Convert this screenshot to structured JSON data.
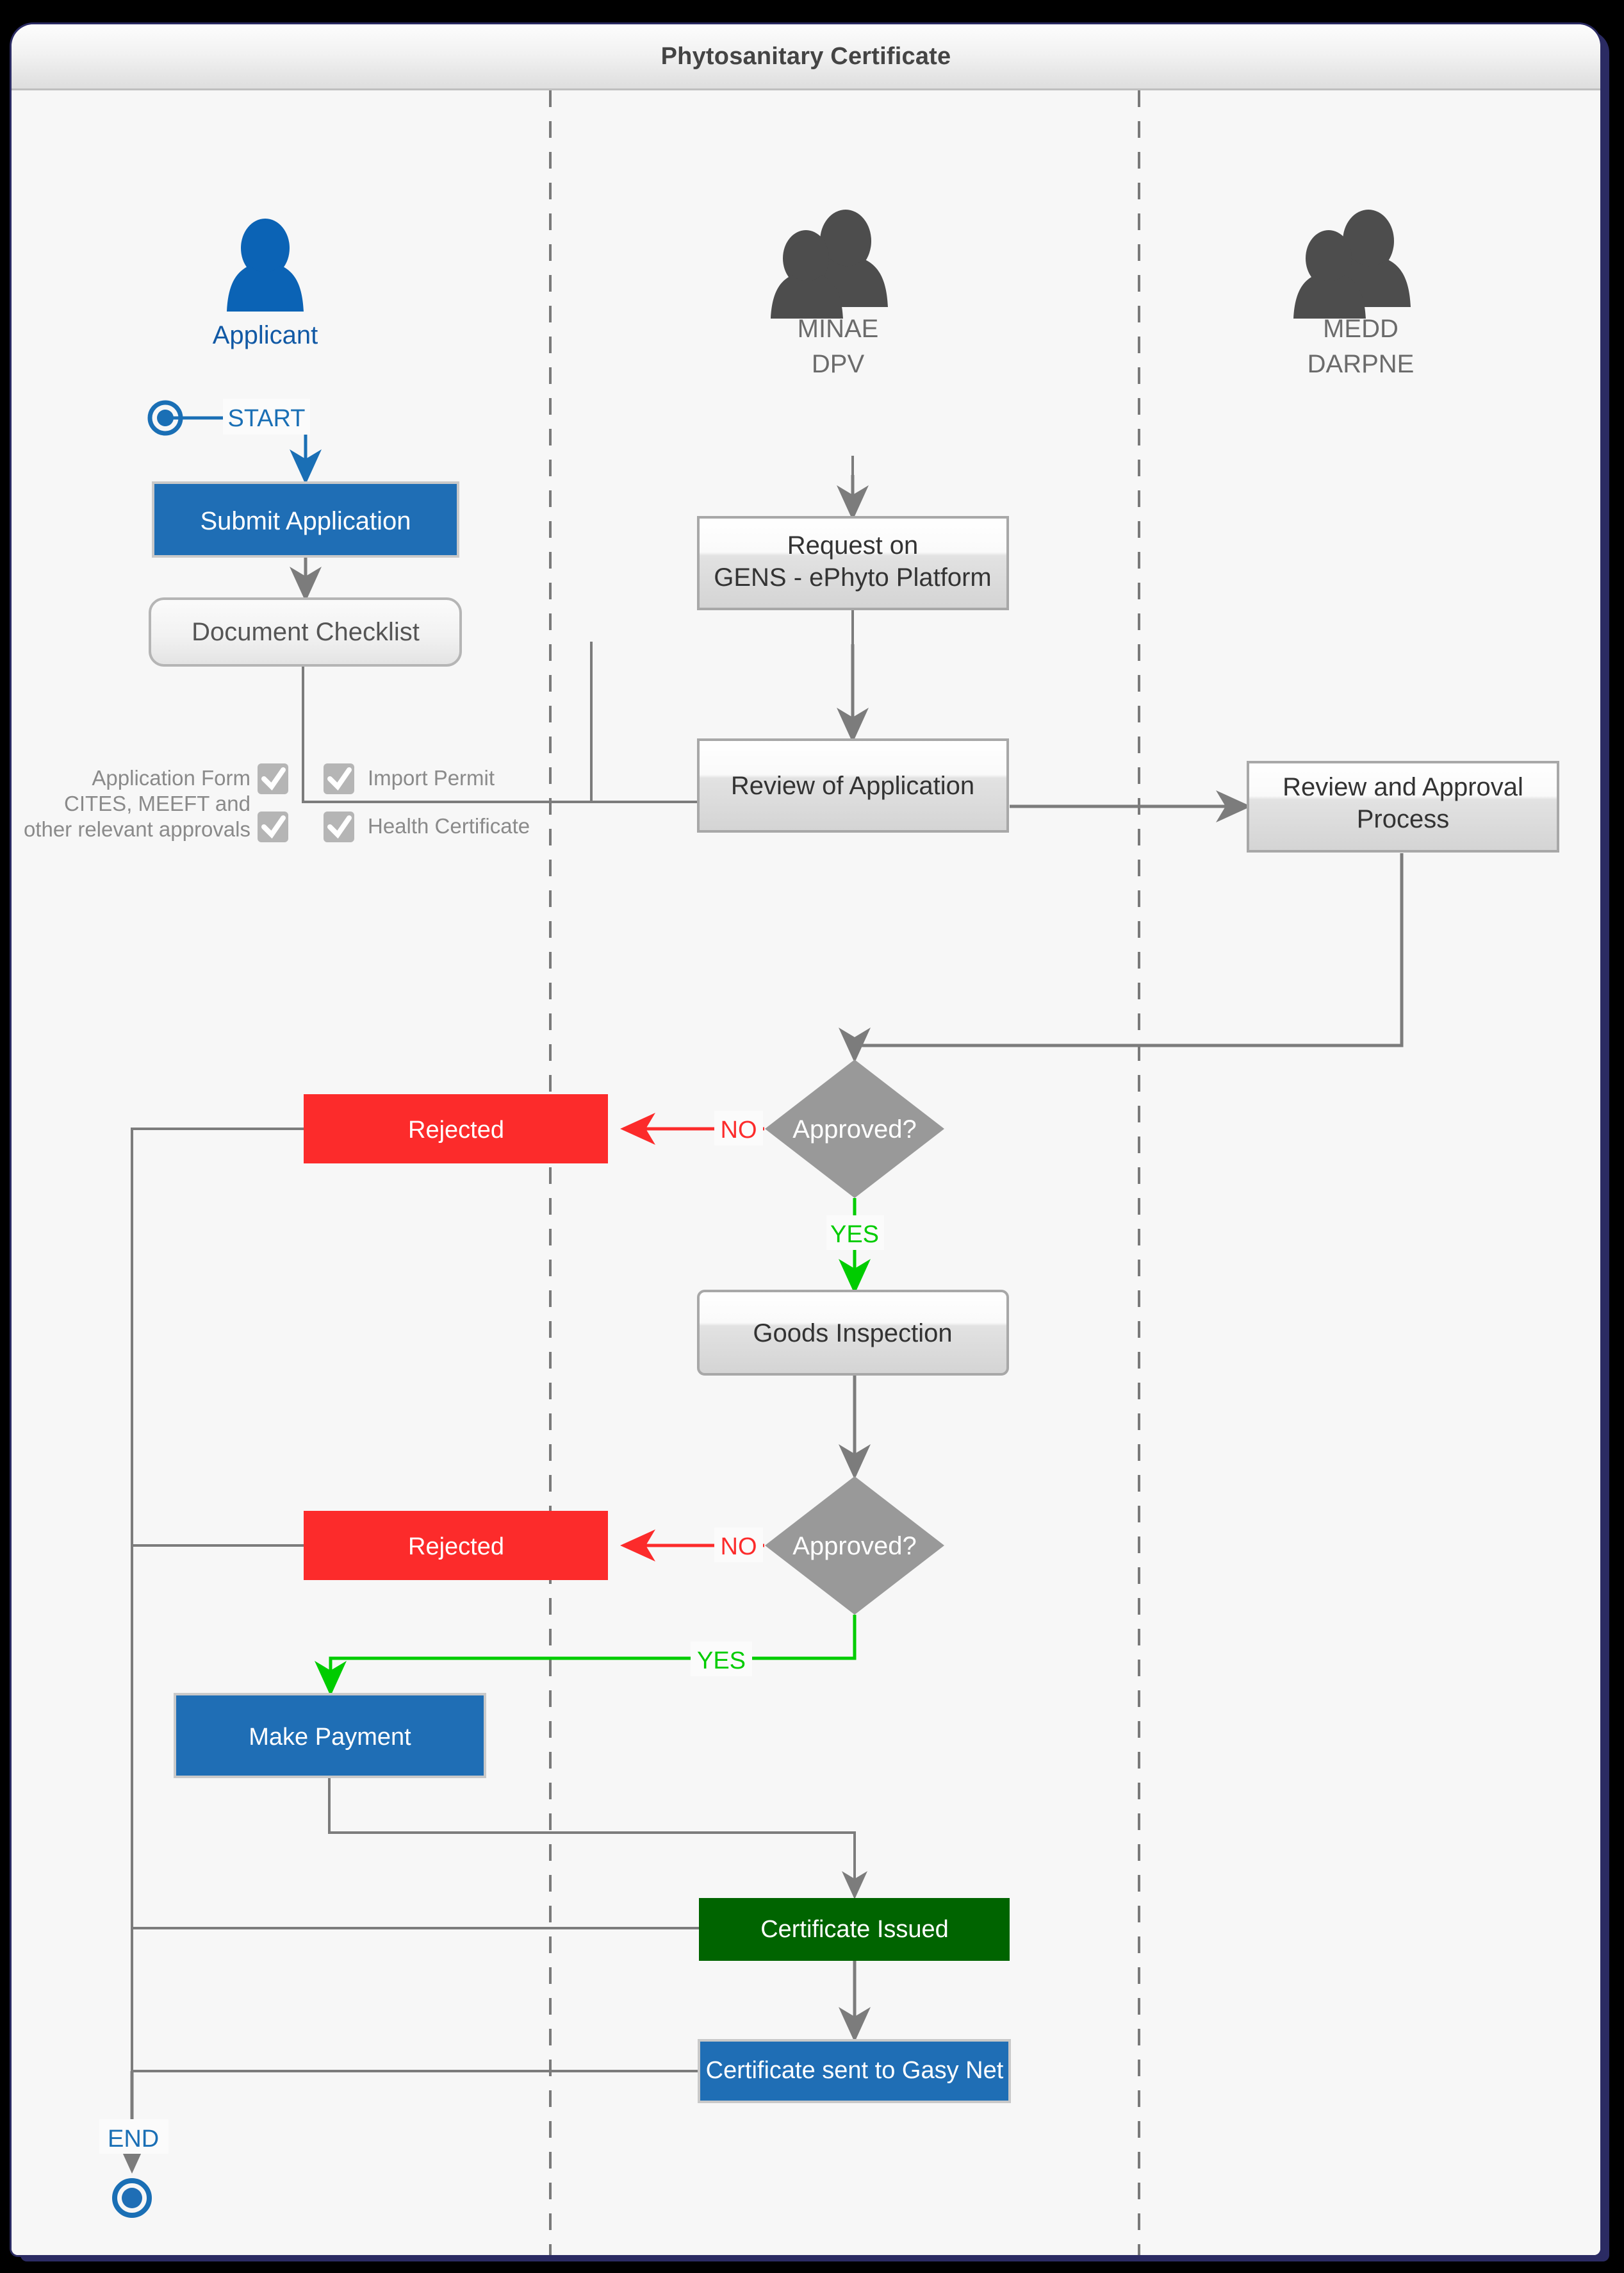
{
  "window": {
    "title": "Phytosanitary Certificate"
  },
  "lanes": [
    {
      "id": "applicant",
      "label_line1": "Applicant",
      "label_line2": "",
      "icon": "person-icon",
      "color": "#0b63b5"
    },
    {
      "id": "minae",
      "label_line1": "MINAE",
      "label_line2": "DPV",
      "icon": "people-group-icon",
      "color": "#6b6b6b"
    },
    {
      "id": "medd",
      "label_line1": "MEDD",
      "label_line2": "DARPNE",
      "icon": "people-group-icon",
      "color": "#6b6b6b"
    }
  ],
  "markers": {
    "start": "START",
    "end": "END"
  },
  "nodes": {
    "submit_application": "Submit Application",
    "document_checklist": "Document Checklist",
    "request_gens_line1": "Request on",
    "request_gens_line2": "GENS - ePhyto Platform",
    "review_of_application": "Review of Application",
    "review_approval_line1": "Review and Approval",
    "review_approval_line2": "Process",
    "decision_1": "Approved?",
    "rejected_1": "Rejected",
    "goods_inspection": "Goods Inspection",
    "decision_2": "Approved?",
    "rejected_2": "Rejected",
    "make_payment": "Make Payment",
    "certificate_issued": "Certificate Issued",
    "certificate_sent": "Certificate sent to Gasy Net"
  },
  "checklist": {
    "items": [
      {
        "label": "Application Form",
        "checked": true,
        "side": "left"
      },
      {
        "label_line1": "CITES, MEEFT and",
        "label_line2": "other relevant approvals",
        "checked": true,
        "side": "left"
      },
      {
        "label": "Import Permit",
        "checked": true,
        "side": "right"
      },
      {
        "label": "Health Certificate",
        "checked": true,
        "side": "right"
      }
    ]
  },
  "edge_labels": {
    "no_1": "NO",
    "yes_1": "YES",
    "no_2": "NO",
    "yes_2": "YES"
  },
  "colors": {
    "accent_blue": "#1f6eb5",
    "start_blue": "#1a6fb5",
    "reject_red": "#fc2b2b",
    "yes_green": "#00cc00",
    "issued_green": "#006400",
    "decision_gray": "#999999",
    "lane_line": "#7a7a7a",
    "edge_gray": "#777777",
    "canvas_bg": "#f7f7f7",
    "frame_navy": "#2b2b63"
  }
}
